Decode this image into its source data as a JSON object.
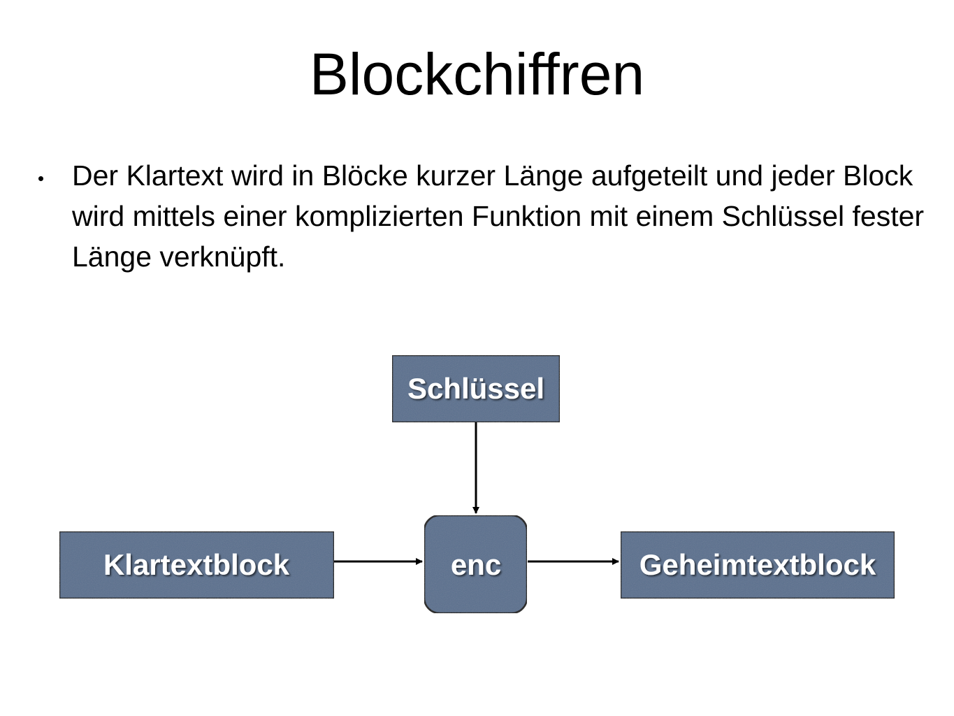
{
  "slide": {
    "title": "Blockchiffren",
    "bullet": "Der Klartext wird in Blöcke kurzer Länge aufgeteilt und jeder Block wird mittels einer komplizierten Funktion mit einem Schlüssel fester Länge verknüpft."
  },
  "diagram": {
    "key_label": "Schlüssel",
    "plaintext_label": "Klartextblock",
    "enc_label": "enc",
    "ciphertext_label": "Geheimtextblock",
    "box_color": "#5a6f8e",
    "border_color": "#111111",
    "arrow_color": "#000000"
  }
}
